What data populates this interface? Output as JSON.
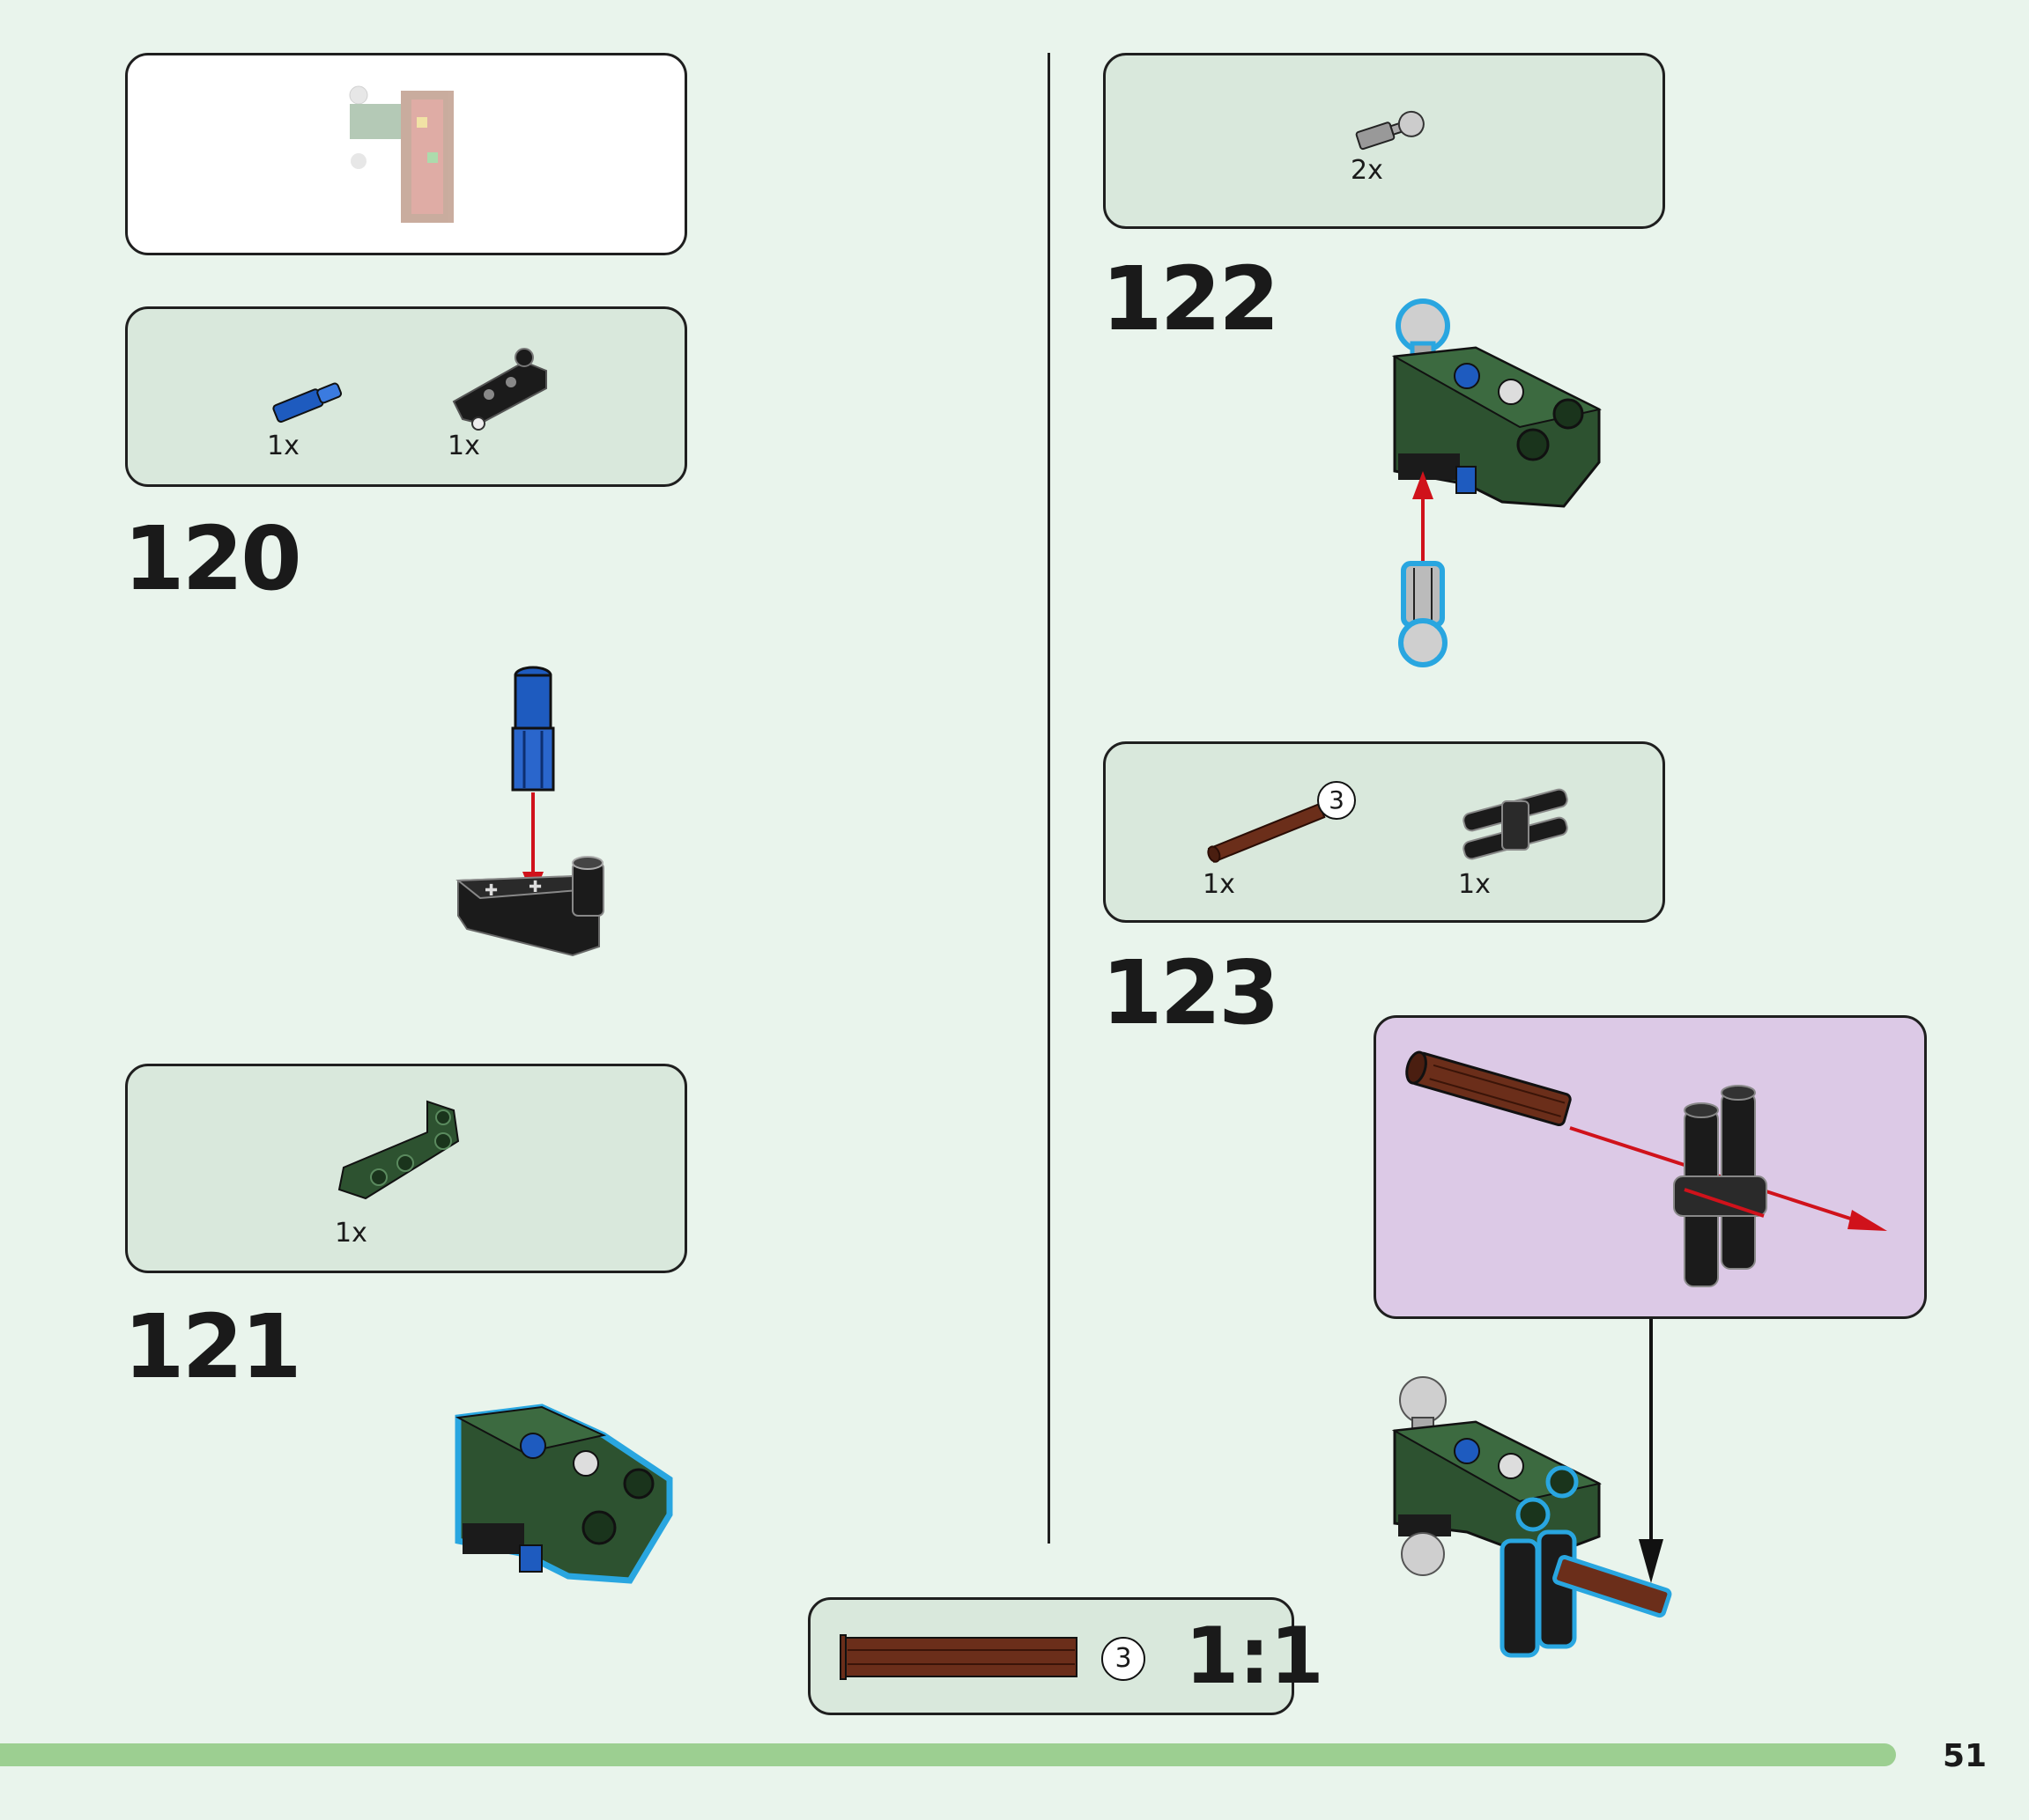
{
  "page_number": "51",
  "steps": {
    "s120": {
      "number": "120",
      "parts": [
        {
          "qty": "1x"
        },
        {
          "qty": "1x"
        }
      ]
    },
    "s121": {
      "number": "121",
      "parts": [
        {
          "qty": "1x"
        }
      ]
    },
    "s122": {
      "number": "122",
      "parts": [
        {
          "qty": "2x"
        }
      ]
    },
    "s123": {
      "number": "123",
      "parts": [
        {
          "qty": "1x",
          "callout": "3"
        },
        {
          "qty": "1x"
        }
      ]
    }
  },
  "scale_box": {
    "callout": "3",
    "ratio": "1:1"
  },
  "colors": {
    "background": "#e9f4ec",
    "parts_box": "#d9e8dc",
    "subassembly_box": "#dcc9e6",
    "footer_bar": "#9ccf91",
    "dark_green_part": "#2d5230",
    "blue_part": "#1e5bbf",
    "brown_axle": "#6b2e1a",
    "arrow_red": "#d0121b",
    "highlight": "#29a6e0"
  }
}
